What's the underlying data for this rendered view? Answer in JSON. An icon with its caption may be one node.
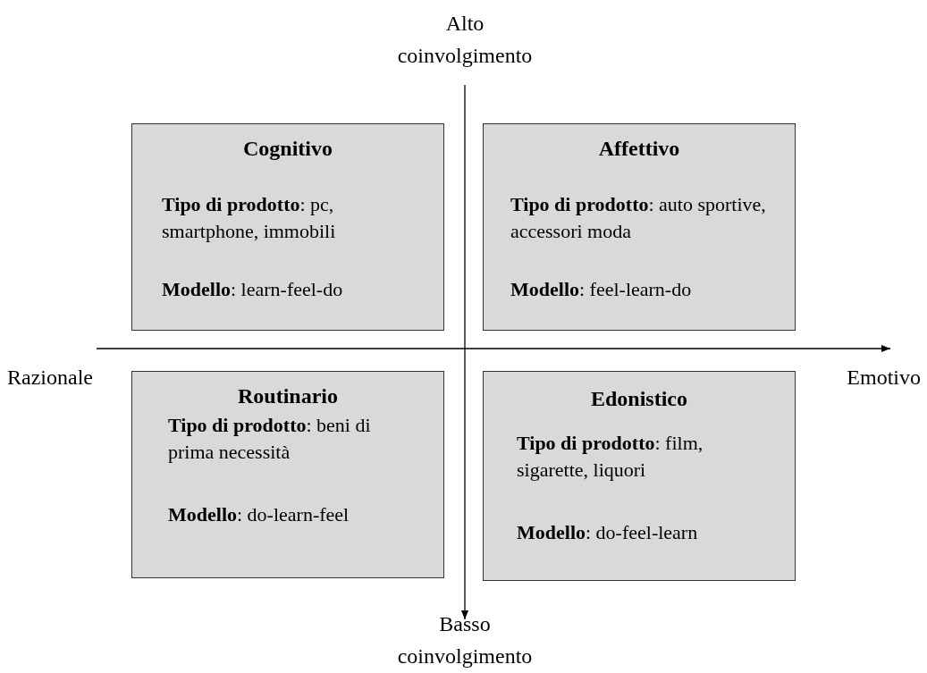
{
  "diagram": {
    "nodes": [
      {
        "text": [
          "Cognitivo",
          "**Tipo di prodotto**: pc, smartphone, immobili",
          "**Modello**: learn-feel-do"
        ]
      },
      {
        "text": [
          "Affettivo",
          "**Tipo di prodotto**: auto sportive, accessori moda",
          "**Modello**: feel-learn-do"
        ]
      },
      {
        "text": [
          "Routinario",
          "**Tipo di prodotto**: beni di prima necessità",
          "**Modello**: do-learn-feel"
        ]
      },
      {
        "text": [
          "Edonistico",
          "**Tipo di prodotto**: film, sigarette, liquori",
          "**Modello**: do-feel-learn"
        ]
      }
    ],
    "edges": [],
    "labels": [
      "Alto coinvolgimento",
      "Razionale",
      "Emotivo",
      "Basso coinvolgimento"
    ]
  }
}
